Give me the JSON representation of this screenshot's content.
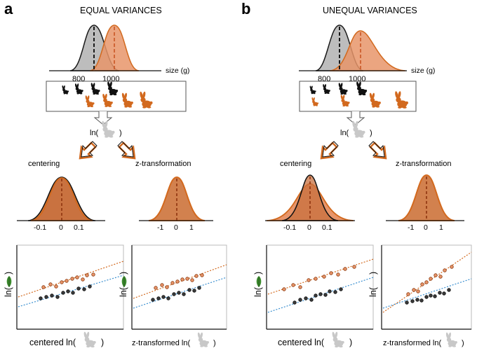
{
  "colors": {
    "black_dist": "#1a1a1a",
    "grey_fill": "#bdbdbd",
    "orange_line": "#d2691e",
    "orange_fill": "#e8956a",
    "orange_fill_dark": "#c8703f",
    "blue_line": "#3a8fd0",
    "rabbit_black": "#111111",
    "rabbit_orange": "#d2691e",
    "rabbit_grey": "#c8c8c8",
    "leaf_green": "#3c8a2e"
  },
  "icons": {
    "black_rabbit": "rabbit-icon",
    "orange_rabbit": "rabbit-icon",
    "grey_rabbit": "rabbit-icon",
    "plant": "leaf-icon",
    "arrow": "hollow-arrow-icon"
  },
  "panels": [
    {
      "letter": "a",
      "title": "EQUAL VARIANCES",
      "size_label": "size (g)",
      "ticks": [
        "800",
        "1000"
      ],
      "ln_label": "ln(",
      "ln_close": ")",
      "centering_label": "centering",
      "z_label": "z-transformation",
      "centering_ticks": [
        "-0.1",
        "0",
        "0.1"
      ],
      "z_ticks": [
        "-1",
        "0",
        "1"
      ],
      "y_label_left": "ln(",
      "y_label_left_close": ")",
      "y_label_right": "ln(",
      "y_label_right_close": ")",
      "x_label_left": "centered ln(",
      "x_label_left_close": ")",
      "x_label_right": "z-transformed ln(",
      "x_label_right_close": ")"
    },
    {
      "letter": "b",
      "title": "UNEQUAL VARIANCES",
      "size_label": "size (g)",
      "ticks": [
        "800",
        "1000"
      ],
      "ln_label": "ln(",
      "ln_close": ")",
      "centering_label": "centering",
      "z_label": "z-transformation",
      "centering_ticks": [
        "-0.1",
        "0",
        "0.1"
      ],
      "z_ticks": [
        "-1",
        "0",
        "1"
      ],
      "y_label_left": "ln(",
      "y_label_left_close": ")",
      "y_label_right": "ln(",
      "y_label_right_close": ")",
      "x_label_left": "centered ln(",
      "x_label_left_close": ")",
      "x_label_right": "z-transformed ln(",
      "x_label_right_close": ")"
    }
  ]
}
